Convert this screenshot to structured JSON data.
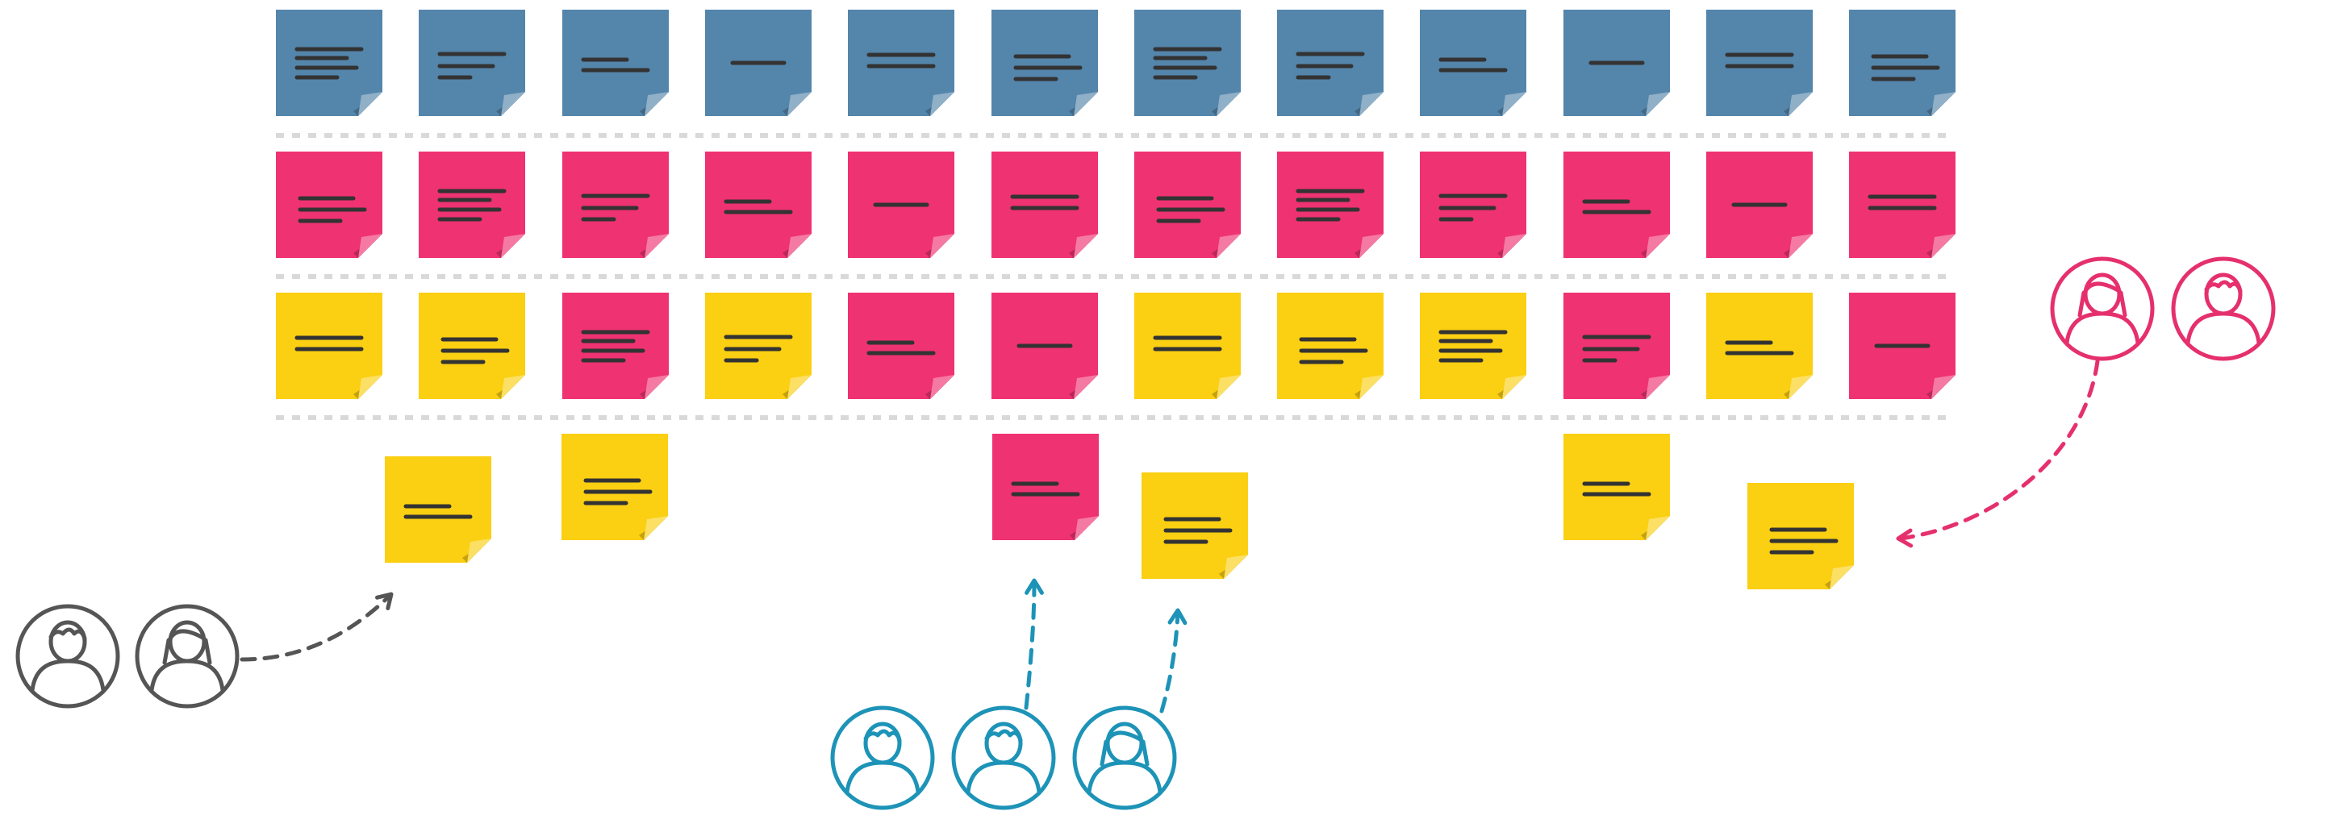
{
  "colors": {
    "blue": "#5485ab",
    "pink": "#ef3271",
    "yellow": "#fbcf12",
    "gray_outline": "#555555",
    "teal_outline": "#1d93b7",
    "pink_outline": "#e5306d",
    "text_line": "#333333",
    "separator": "#d9d9d9"
  },
  "board": {
    "rows": [
      [
        "blue",
        "blue",
        "blue",
        "blue",
        "blue",
        "blue",
        "blue",
        "blue",
        "blue",
        "blue",
        "blue",
        "blue"
      ],
      [
        "pink",
        "pink",
        "pink",
        "pink",
        "pink",
        "pink",
        "pink",
        "pink",
        "pink",
        "pink",
        "pink",
        "pink"
      ],
      [
        "yellow",
        "yellow",
        "pink",
        "yellow",
        "pink",
        "pink",
        "yellow",
        "yellow",
        "yellow",
        "pink",
        "yellow",
        "pink"
      ]
    ],
    "loose_notes": [
      "yellow",
      "yellow",
      "pink",
      "yellow",
      "yellow",
      "yellow"
    ]
  },
  "groups": [
    {
      "name": "gray-group",
      "color": "gray",
      "avatars": [
        "boy",
        "girl"
      ]
    },
    {
      "name": "teal-group",
      "color": "teal",
      "avatars": [
        "boy",
        "boy",
        "girl"
      ]
    },
    {
      "name": "pink-group",
      "color": "pink",
      "avatars": [
        "girl",
        "boy"
      ]
    }
  ],
  "icons": [
    "sticky-note-icon",
    "avatar-boy-icon",
    "avatar-girl-icon",
    "dashed-arrow-icon"
  ]
}
